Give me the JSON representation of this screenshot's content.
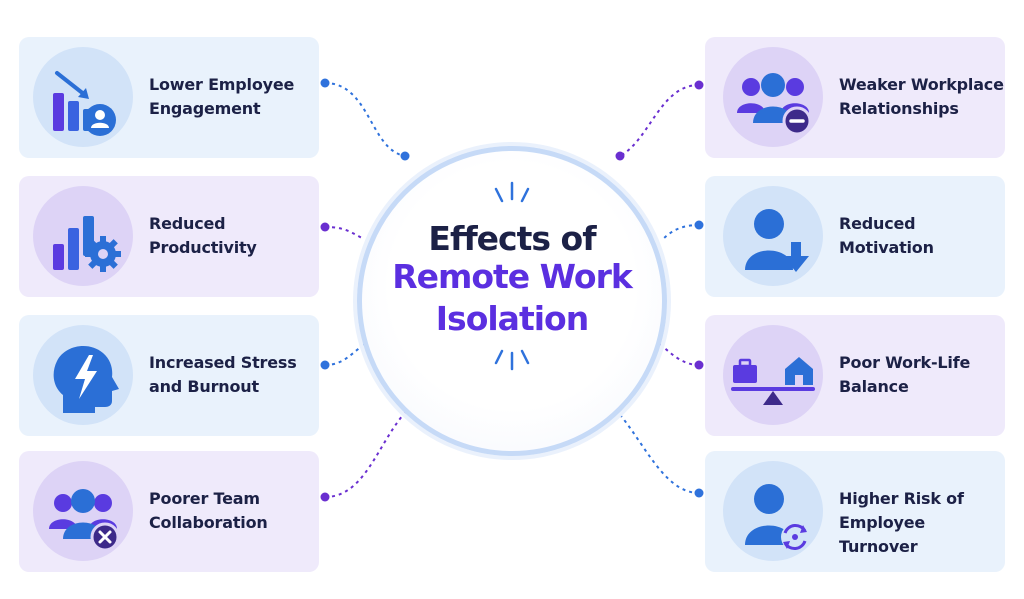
{
  "center": {
    "title_line1": "Effects of",
    "title_line2": "Remote Work",
    "title_line3": "Isolation"
  },
  "effects_left": [
    {
      "label_line1": "Lower Employee",
      "label_line2": "Engagement",
      "icon": "chart-down-user-icon",
      "tint": "blue"
    },
    {
      "label_line1": "Reduced",
      "label_line2": "Productivity",
      "icon": "bar-chart-gear-icon",
      "tint": "purple"
    },
    {
      "label_line1": "Increased Stress",
      "label_line2": "and Burnout",
      "icon": "head-lightning-icon",
      "tint": "blue"
    },
    {
      "label_line1": "Poorer Team",
      "label_line2": "Collaboration",
      "icon": "team-x-icon",
      "tint": "purple"
    }
  ],
  "effects_right": [
    {
      "label_line1": "Weaker Workplace",
      "label_line2": "Relationships",
      "icon": "group-minus-icon",
      "tint": "purple"
    },
    {
      "label_line1": "Reduced",
      "label_line2": "Motivation",
      "icon": "user-down-arrow-icon",
      "tint": "blue"
    },
    {
      "label_line1": "Poor Work-Life",
      "label_line2": "Balance",
      "icon": "briefcase-home-scale-icon",
      "tint": "purple"
    },
    {
      "label_line1": "Higher Risk of",
      "label_line2": "Employee Turnover",
      "icon": "user-refresh-icon",
      "tint": "blue"
    }
  ],
  "colors": {
    "dark_text": "#1c2146",
    "accent_purple": "#5b2fe0",
    "icon_blue": "#2b6fd6",
    "icon_purple": "#5a3be0",
    "connector_blue": "#2f72dc",
    "connector_purple": "#6a2fd0"
  }
}
